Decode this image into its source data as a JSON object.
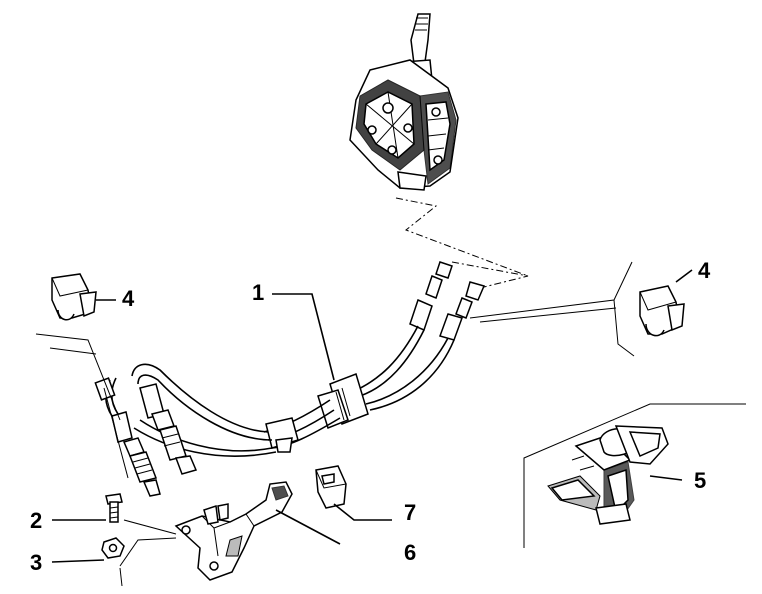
{
  "diagram": {
    "callouts": [
      {
        "id": "1",
        "text": "1"
      },
      {
        "id": "2",
        "text": "2"
      },
      {
        "id": "3",
        "text": "3"
      },
      {
        "id": "4a",
        "text": "4"
      },
      {
        "id": "4b",
        "text": "4"
      },
      {
        "id": "5",
        "text": "5"
      },
      {
        "id": "6",
        "text": "6"
      },
      {
        "id": "7",
        "text": "7"
      }
    ]
  }
}
